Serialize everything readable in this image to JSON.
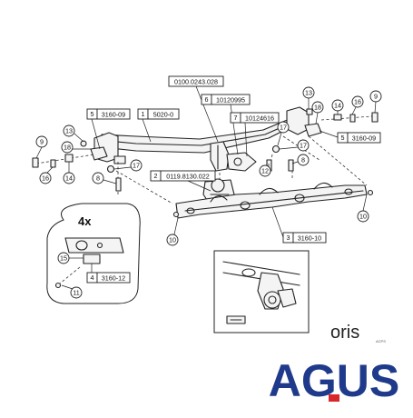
{
  "callouts": {
    "c1": {
      "num": "1",
      "code": "5020-0"
    },
    "c2": {
      "num": "2",
      "code": "0119.8130.022"
    },
    "c3": {
      "num": "3",
      "code": "3160-10"
    },
    "c4": {
      "num": "4",
      "code": "3160-12"
    },
    "c5a": {
      "num": "5",
      "code": "3160-09"
    },
    "c5b": {
      "num": "5",
      "code": "3160-09"
    },
    "c6": {
      "num": "6",
      "code": "10120995"
    },
    "c7": {
      "num": "7",
      "code": "10124616"
    },
    "c_top": {
      "code": "0100.0243.028"
    }
  },
  "markers": {
    "m8a": "8",
    "m8b": "8",
    "m9a": "9",
    "m9b": "9",
    "m10a": "10",
    "m10b": "10",
    "m11": "11",
    "m12": "12",
    "m13a": "13",
    "m13b": "13",
    "m14a": "14",
    "m14b": "14",
    "m15": "15",
    "m16a": "16",
    "m16b": "16",
    "m17a": "17",
    "m17b": "17",
    "m17c": "17",
    "m18a": "18",
    "m18b": "18"
  },
  "inset": {
    "multiplier": "4x"
  },
  "brand": {
    "oris": "oris",
    "oris_sub": "ACPS",
    "agus": "AGUS",
    "agus_color": "#1f3a8a",
    "agus_accent": "#d8262b"
  }
}
